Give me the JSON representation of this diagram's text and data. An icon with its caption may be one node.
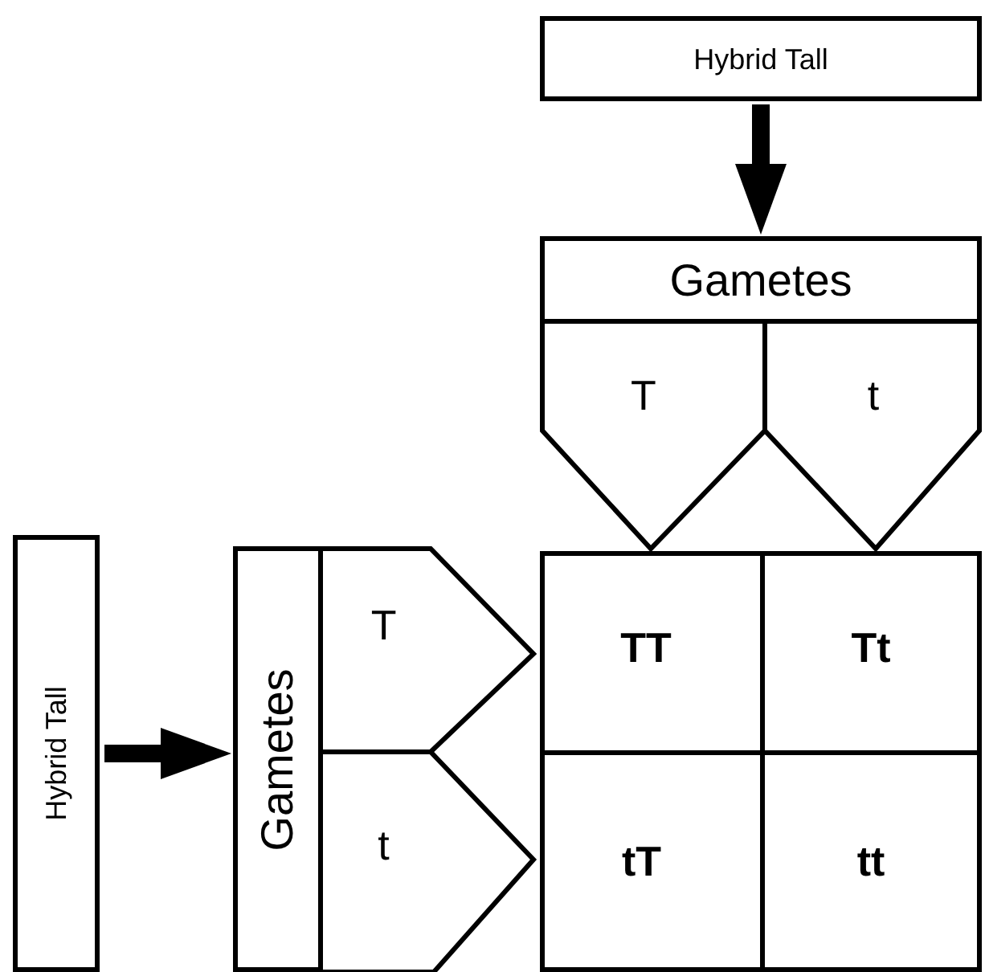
{
  "diagram": {
    "nodes": [
      {
        "text": [
          "Hybrid Tall"
        ]
      },
      {
        "text": [
          "Gametes"
        ]
      },
      {
        "text": [
          "T"
        ]
      },
      {
        "text": [
          "t"
        ]
      },
      {
        "text": [
          "TT"
        ]
      },
      {
        "text": [
          "Tt"
        ]
      },
      {
        "text": [
          "tT"
        ]
      },
      {
        "text": [
          "tt"
        ]
      },
      {
        "text": [
          "Hybrid Tall"
        ]
      },
      {
        "text": [
          "Gametes"
        ]
      },
      {
        "text": [
          "T"
        ]
      },
      {
        "text": [
          "t"
        ]
      }
    ],
    "edges": [
      {
        "from": 0,
        "to": 1,
        "arrow": "to"
      },
      {
        "from": 8,
        "to": 9,
        "arrow": "to"
      }
    ]
  }
}
